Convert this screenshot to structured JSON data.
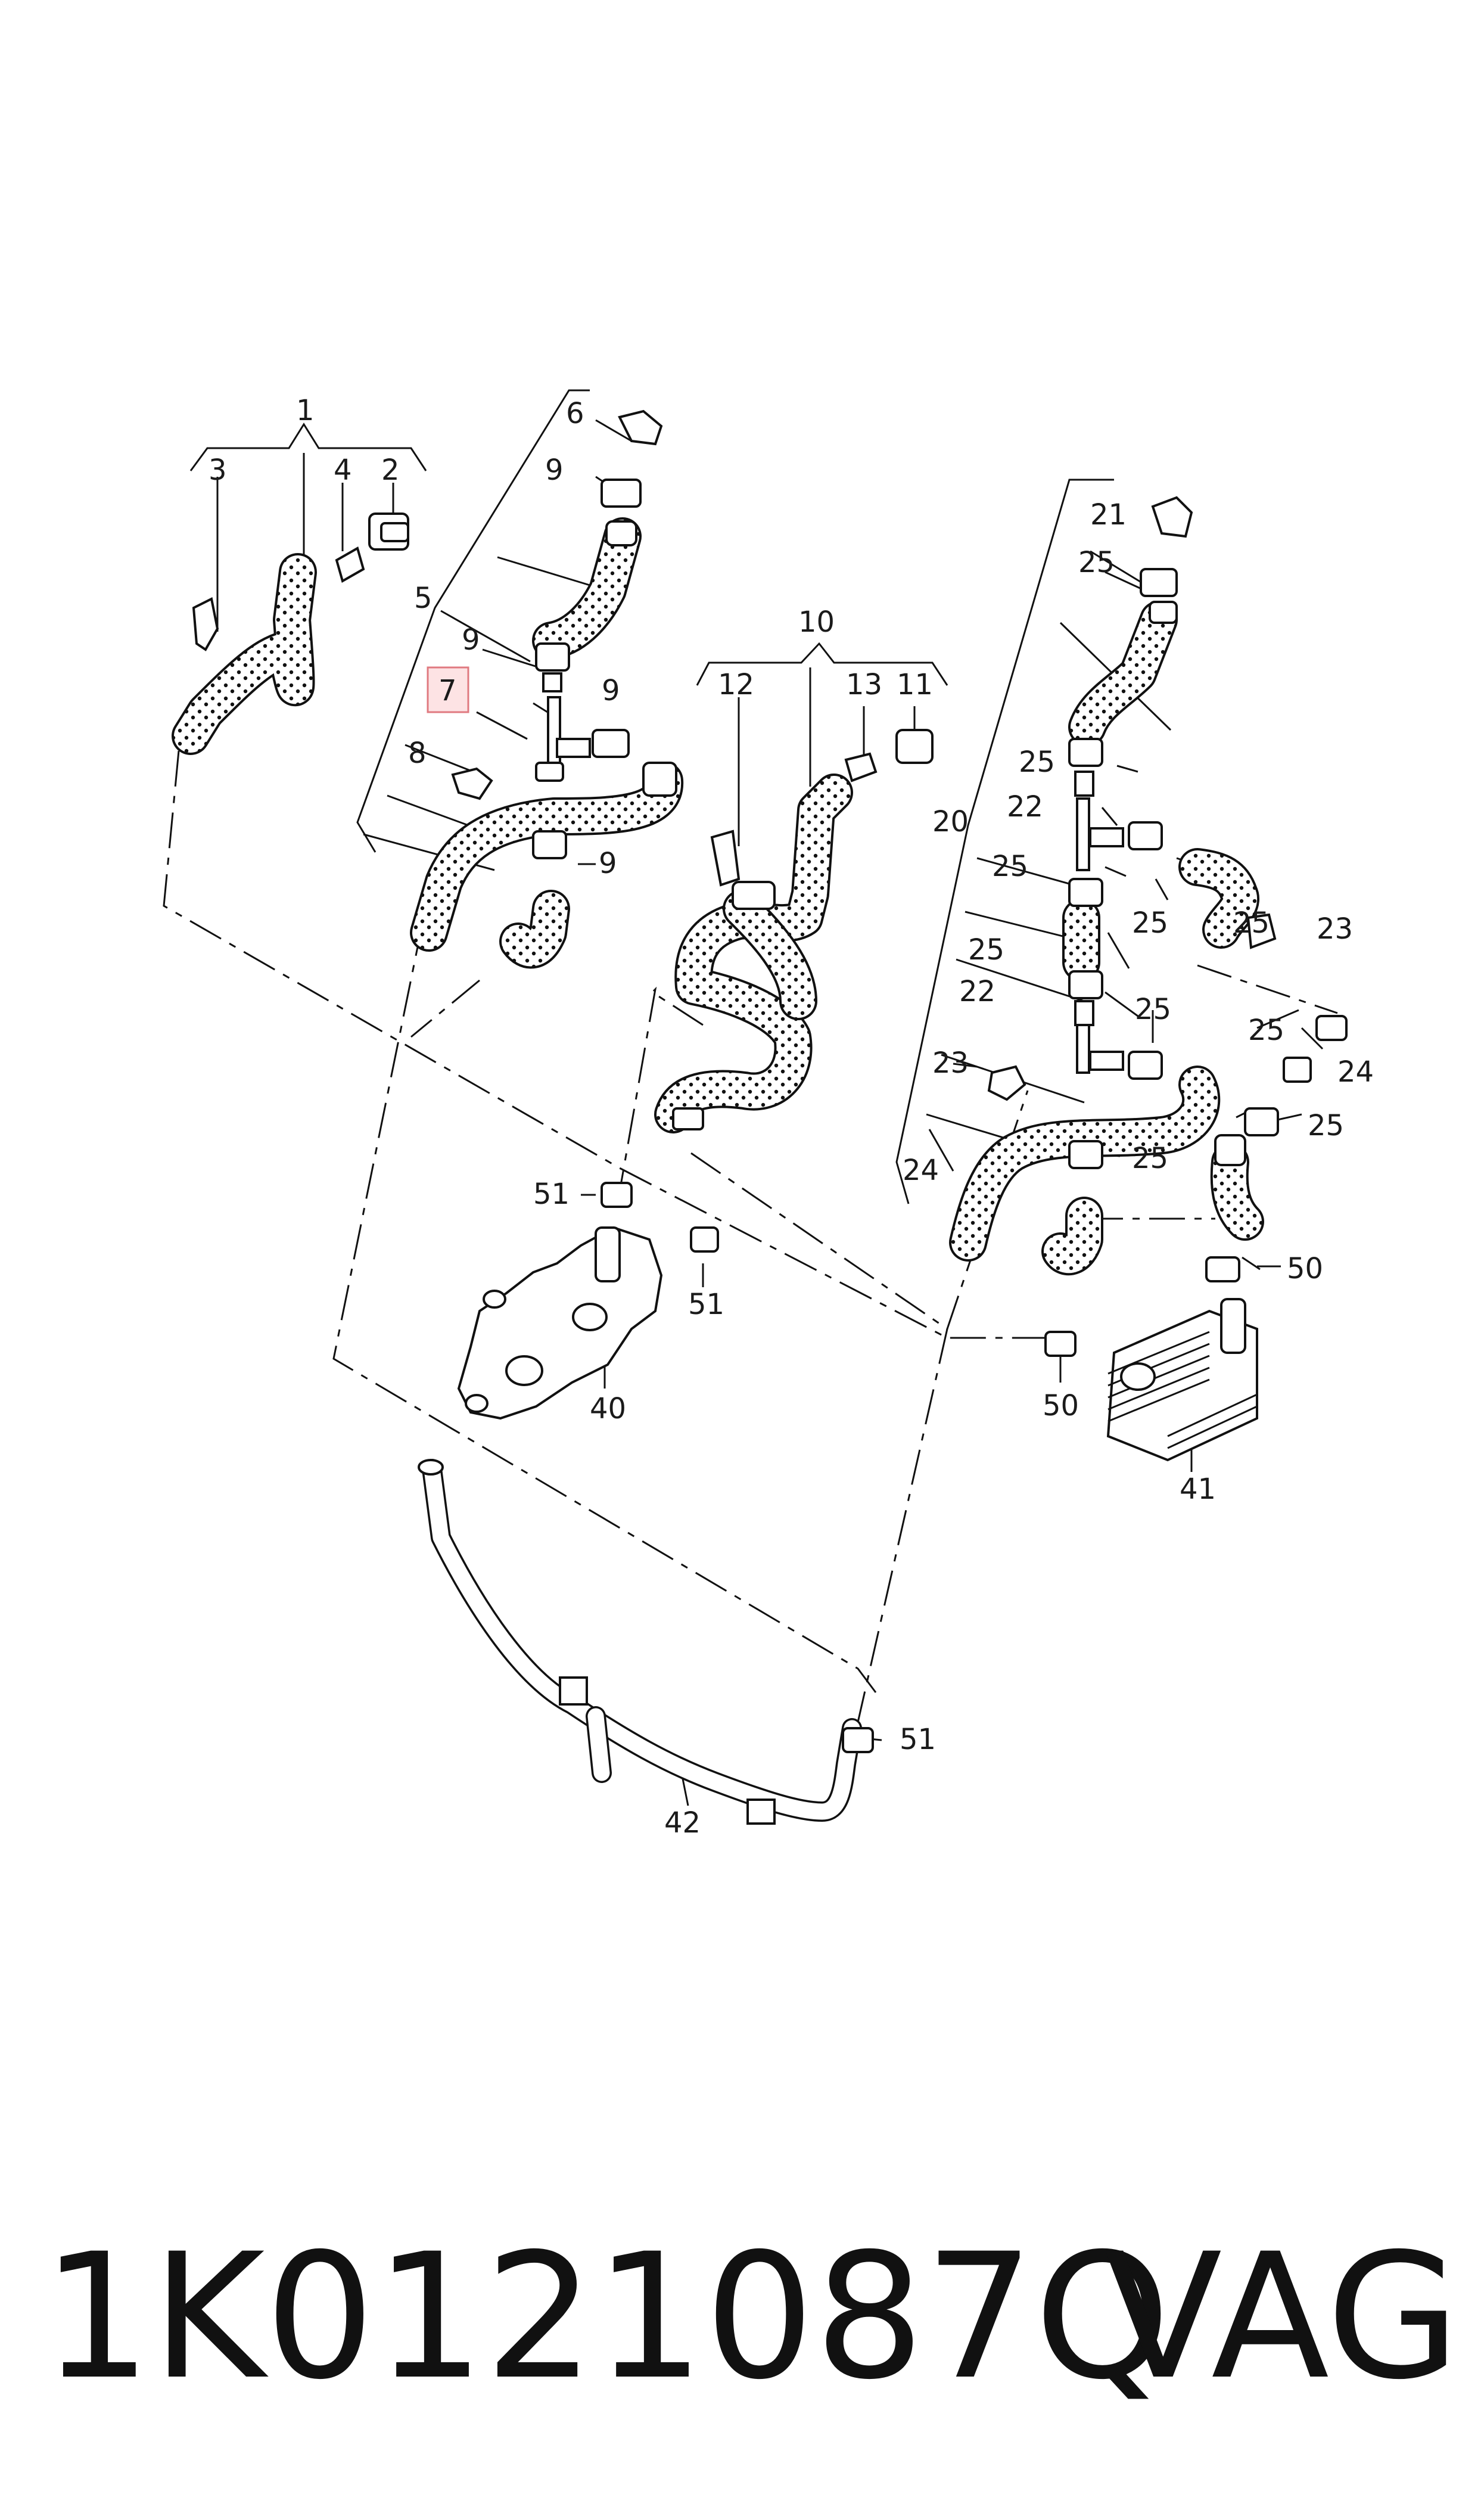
{
  "diagram": {
    "callouts": [
      {
        "id": "c1",
        "text": "1",
        "highlighted": false
      },
      {
        "id": "c2",
        "text": "2",
        "highlighted": false
      },
      {
        "id": "c3",
        "text": "3",
        "highlighted": false
      },
      {
        "id": "c4",
        "text": "4",
        "highlighted": false
      },
      {
        "id": "c5",
        "text": "5",
        "highlighted": false
      },
      {
        "id": "c6",
        "text": "6",
        "highlighted": false
      },
      {
        "id": "c7",
        "text": "7",
        "highlighted": true
      },
      {
        "id": "c8",
        "text": "8",
        "highlighted": false
      },
      {
        "id": "c9a",
        "text": "9",
        "highlighted": false
      },
      {
        "id": "c9b",
        "text": "9",
        "highlighted": false
      },
      {
        "id": "c9c",
        "text": "9",
        "highlighted": false
      },
      {
        "id": "c9d",
        "text": "9",
        "highlighted": false
      },
      {
        "id": "c10",
        "text": "10",
        "highlighted": false
      },
      {
        "id": "c11",
        "text": "11",
        "highlighted": false
      },
      {
        "id": "c12",
        "text": "12",
        "highlighted": false
      },
      {
        "id": "c13",
        "text": "13",
        "highlighted": false
      },
      {
        "id": "c20",
        "text": "20",
        "highlighted": false
      },
      {
        "id": "c21",
        "text": "21",
        "highlighted": false
      },
      {
        "id": "c22a",
        "text": "22",
        "highlighted": false
      },
      {
        "id": "c22b",
        "text": "22",
        "highlighted": false
      },
      {
        "id": "c23a",
        "text": "23",
        "highlighted": false
      },
      {
        "id": "c23b",
        "text": "23",
        "highlighted": false
      },
      {
        "id": "c24a",
        "text": "24",
        "highlighted": false
      },
      {
        "id": "c24b",
        "text": "24",
        "highlighted": false
      },
      {
        "id": "c25a",
        "text": "25",
        "highlighted": false
      },
      {
        "id": "c25b",
        "text": "25",
        "highlighted": false
      },
      {
        "id": "c25c",
        "text": "25",
        "highlighted": false
      },
      {
        "id": "c25d",
        "text": "25",
        "highlighted": false
      },
      {
        "id": "c25e",
        "text": "25",
        "highlighted": false
      },
      {
        "id": "c25f",
        "text": "25",
        "highlighted": false
      },
      {
        "id": "c25g",
        "text": "25",
        "highlighted": false
      },
      {
        "id": "c25h",
        "text": "25",
        "highlighted": false
      },
      {
        "id": "c25i",
        "text": "25",
        "highlighted": false
      },
      {
        "id": "c25j",
        "text": "25",
        "highlighted": false
      },
      {
        "id": "c40",
        "text": "40",
        "highlighted": false
      },
      {
        "id": "c41",
        "text": "41",
        "highlighted": false
      },
      {
        "id": "c42",
        "text": "42",
        "highlighted": false
      },
      {
        "id": "c50a",
        "text": "50",
        "highlighted": false
      },
      {
        "id": "c50b",
        "text": "50",
        "highlighted": false
      },
      {
        "id": "c51a",
        "text": "51",
        "highlighted": false
      },
      {
        "id": "c51b",
        "text": "51",
        "highlighted": false
      },
      {
        "id": "c51c",
        "text": "51",
        "highlighted": false
      }
    ],
    "highlight_color": "#fde3e4"
  },
  "footer": {
    "part_number": "1K0121087Q",
    "brand": "VAG"
  }
}
